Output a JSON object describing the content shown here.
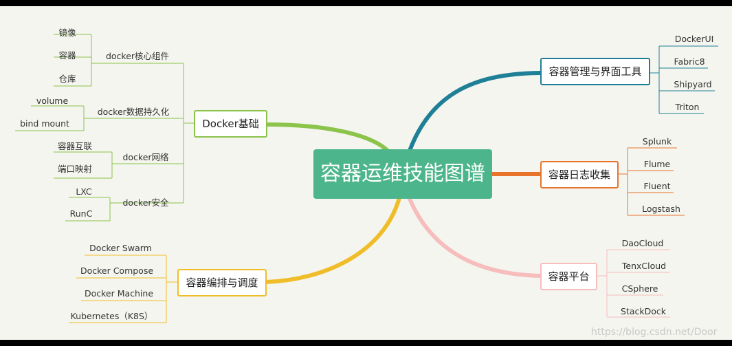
{
  "center": {
    "label": "容器运维技能图谱",
    "color": "#4cb58b"
  },
  "branches": {
    "docker_basics": {
      "label": "Docker基础",
      "color": "#8cc34a",
      "groups": {
        "core": {
          "label": "docker核心组件",
          "items": [
            "镜像",
            "容器",
            "仓库"
          ]
        },
        "persistence": {
          "label": "docker数据持久化",
          "items": [
            "volume",
            "bind mount"
          ]
        },
        "network": {
          "label": "docker网络",
          "items": [
            "容器互联",
            "端口映射"
          ]
        },
        "security": {
          "label": "docker安全",
          "items": [
            "LXC",
            "RunC"
          ]
        }
      }
    },
    "orchestration": {
      "label": "容器编排与调度",
      "color": "#f0bd2a",
      "items": [
        "Docker  Swarm",
        "Docker Compose",
        "Docker Machine",
        "Kubernetes（K8S）"
      ]
    },
    "management": {
      "label": "容器管理与界面工具",
      "color": "#1f7f96",
      "items": [
        "DockerUI",
        "Fabric8",
        "Shipyard",
        "Triton"
      ]
    },
    "logging": {
      "label": "容器日志收集",
      "color": "#e8742c",
      "items": [
        "Splunk",
        "Flume",
        "Fluent",
        "Logstash"
      ]
    },
    "platform": {
      "label": "容器平台",
      "color": "#f7bcbc",
      "items": [
        "DaoCloud",
        "TenxCloud",
        "CSphere",
        "StackDock"
      ]
    }
  },
  "watermark": "https://blog.csdn.net/Door"
}
